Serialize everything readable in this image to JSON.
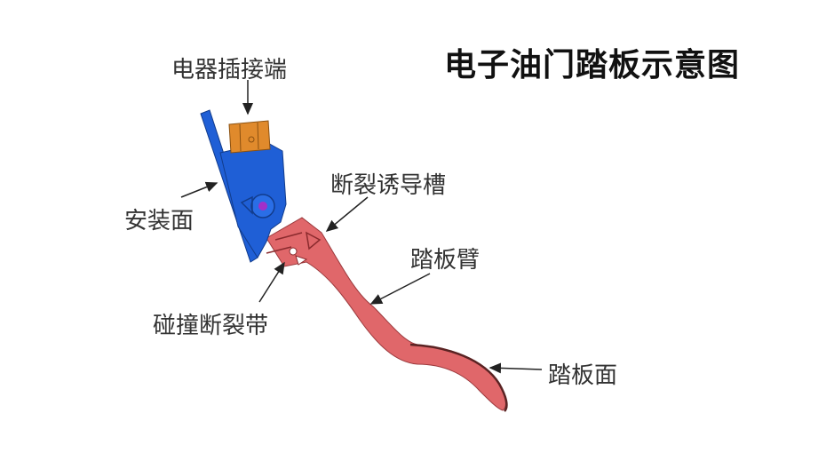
{
  "title": "电子油门踏板示意图",
  "labels": {
    "connector": "电器插接端",
    "mount_surface": "安装面",
    "fracture_groove": "断裂诱导槽",
    "pedal_arm": "踏板臂",
    "collision_band": "碰撞断裂带",
    "pedal_face": "踏板面"
  },
  "colors": {
    "housing": "#1f5fd6",
    "connector": "#e08a2c",
    "pedal": "#e0676a",
    "pivot": "#a22fc9",
    "arrow": "#222222"
  }
}
